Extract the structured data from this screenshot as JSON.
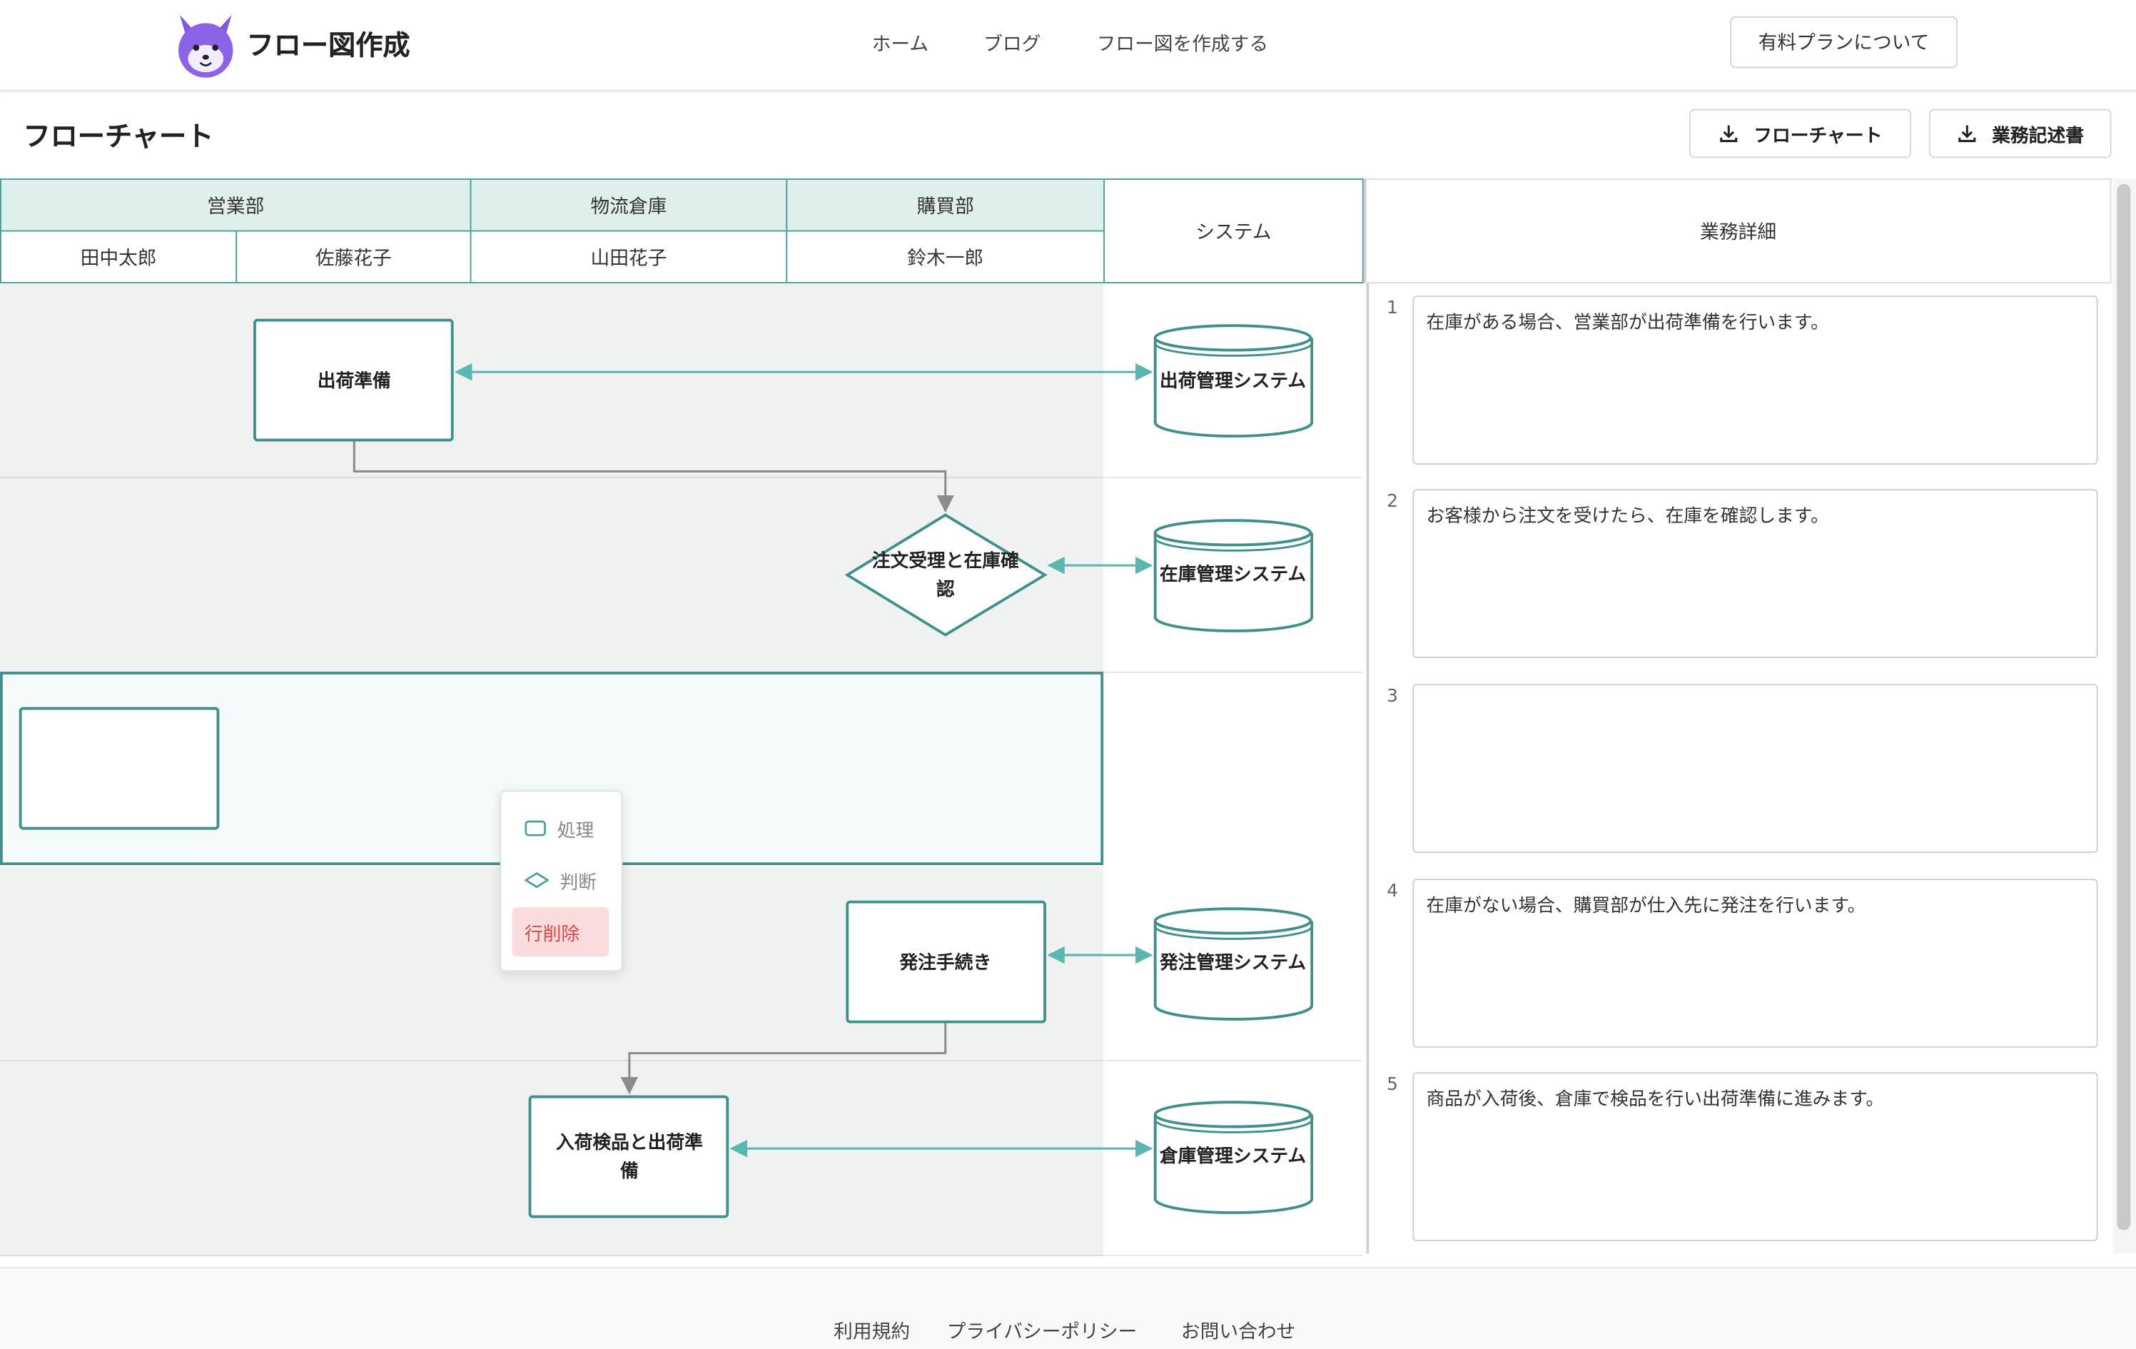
{
  "header": {
    "brand": "フロー図作成",
    "nav": [
      "ホーム",
      "ブログ",
      "フロー図を作成する"
    ],
    "plan_button": "有料プランについて"
  },
  "toolbar": {
    "title": "フローチャート",
    "download_flowchart": "フローチャート",
    "download_manual": "業務記述書"
  },
  "columns": {
    "departments": [
      "営業部",
      "物流倉庫",
      "購買部"
    ],
    "members": [
      "田中太郎",
      "佐藤花子",
      "山田花子",
      "鈴木一郎"
    ],
    "system": "システム",
    "details": "業務詳細"
  },
  "flow": {
    "nodes": [
      "出荷準備",
      "注文受理と在庫確認",
      "発注手続き",
      "入荷検品と出荷準備"
    ],
    "node_line1": [
      "出荷準備",
      "注文受理と在庫確",
      "発注手続き",
      "入荷検品と出荷準"
    ],
    "node_line2": [
      "",
      "認",
      "",
      "備"
    ],
    "systems": [
      "出荷管理システム",
      "在庫管理システム",
      "発注管理システム",
      "倉庫管理システム"
    ]
  },
  "details": [
    {
      "num": "1",
      "text": "在庫がある場合、営業部が出荷準備を行います。"
    },
    {
      "num": "2",
      "text": "お客様から注文を受けたら、在庫を確認します。"
    },
    {
      "num": "3",
      "text": ""
    },
    {
      "num": "4",
      "text": "在庫がない場合、購買部が仕入先に発注を行います。"
    },
    {
      "num": "5",
      "text": "商品が入荷後、倉庫で検品を行い出荷準備に進みます。"
    }
  ],
  "context_menu": {
    "process": "処理",
    "decision": "判断",
    "delete": "行削除"
  },
  "footer": {
    "links": [
      "利用規約",
      "プライバシーポリシー",
      "お問い合わせ"
    ]
  },
  "colors": {
    "accent": "#4b9e9a",
    "arrow_system": "#5bb5b0",
    "arrow_flow": "#8c8c8c",
    "delete": "#d84848"
  }
}
